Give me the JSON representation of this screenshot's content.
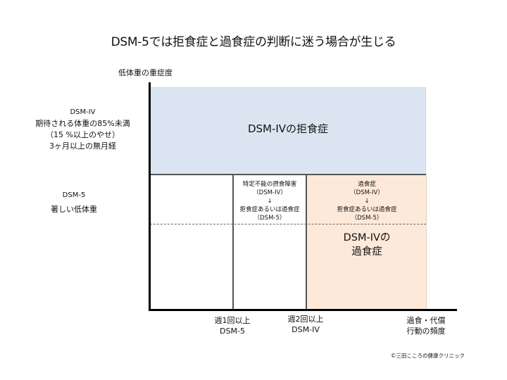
{
  "title": "DSM-5では拒食症と過食症の判断に迷う場合が生じる",
  "y_axis": {
    "label": "低体重の重症度",
    "levels": [
      {
        "criterion": "DSM-IV",
        "lines": [
          "期待される体重の85%未満",
          "（15 %以上のやせ）",
          "3ヶ月以上の無月経"
        ]
      },
      {
        "criterion": "DSM-5",
        "lines": [
          "著しい低体重"
        ]
      }
    ]
  },
  "x_axis": {
    "label_lines": [
      "過食・代償",
      "行動の頻度"
    ],
    "ticks": [
      {
        "lines": [
          "週1回以上",
          "DSM-5"
        ]
      },
      {
        "lines": [
          "週2回以上",
          "DSM-IV"
        ]
      }
    ]
  },
  "regions": {
    "anorexia": {
      "label": "DSM-IVの拒食症",
      "color": "#dbe5f1"
    },
    "ednos": {
      "lines": [
        "特定不能の摂食障害",
        "（DSM-IV）",
        "↓",
        "拒食症あるいは過食症",
        "（DSM-5）"
      ]
    },
    "bulimia_overlap": {
      "lines": [
        "過食症",
        "（DSM-IV）",
        "↓",
        "拒食症あるいは過食症",
        "（DSM-5）"
      ],
      "color": "#fde9d9"
    },
    "bulimia": {
      "lines": [
        "DSM-IVの",
        "過食症"
      ]
    }
  },
  "copyright": "©三田こころの健康クリニック"
}
